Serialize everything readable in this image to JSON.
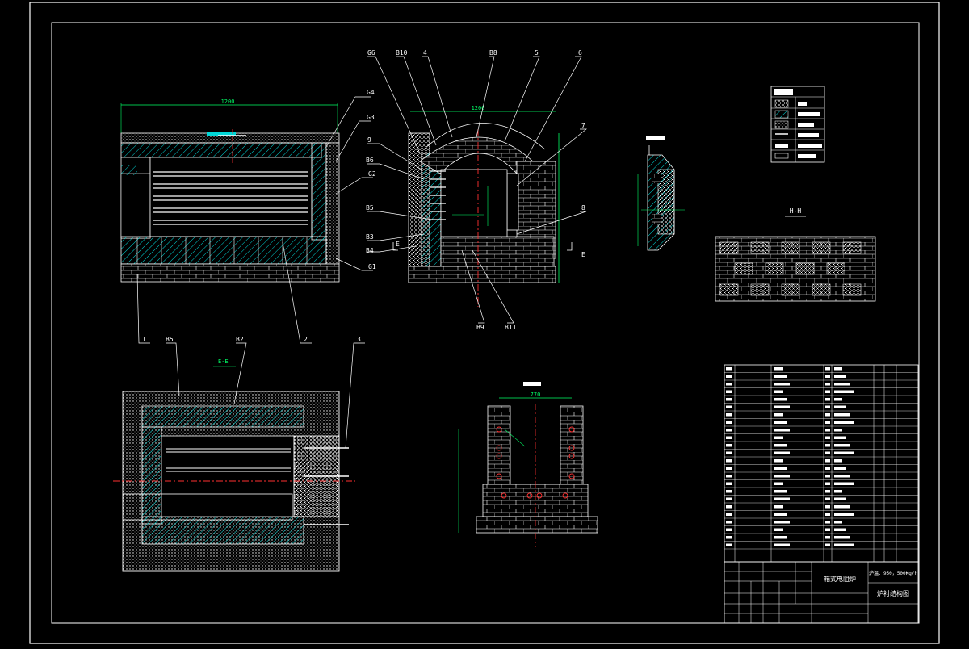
{
  "labels": {
    "c1": "1",
    "c2": "2",
    "c3": "3",
    "g1": "G1",
    "g2": "G2",
    "g3": "G3",
    "g4": "G4",
    "g6": "G6",
    "b10": "B10",
    "c4": "4",
    "b8": "B8",
    "c5": "5",
    "c6": "6",
    "c7": "7",
    "c8": "8",
    "c9": "9",
    "b6": "B6",
    "b5": "B5",
    "b3": "B3",
    "b4": "B4",
    "b9": "B9",
    "b11": "B11",
    "b5_ee": "B5",
    "b2_ee": "B2"
  },
  "section": {
    "ee": "E-E",
    "hh": "H-H",
    "e_left": "E",
    "e_right": "E"
  },
  "dims": {
    "top_left": "1200",
    "top_mid": "1200",
    "bottom_mid": "770"
  },
  "title_block": {
    "title1": "箱式电阻炉",
    "title2": "炉衬结构图",
    "spec": "炉温：950，500Kg/h"
  }
}
